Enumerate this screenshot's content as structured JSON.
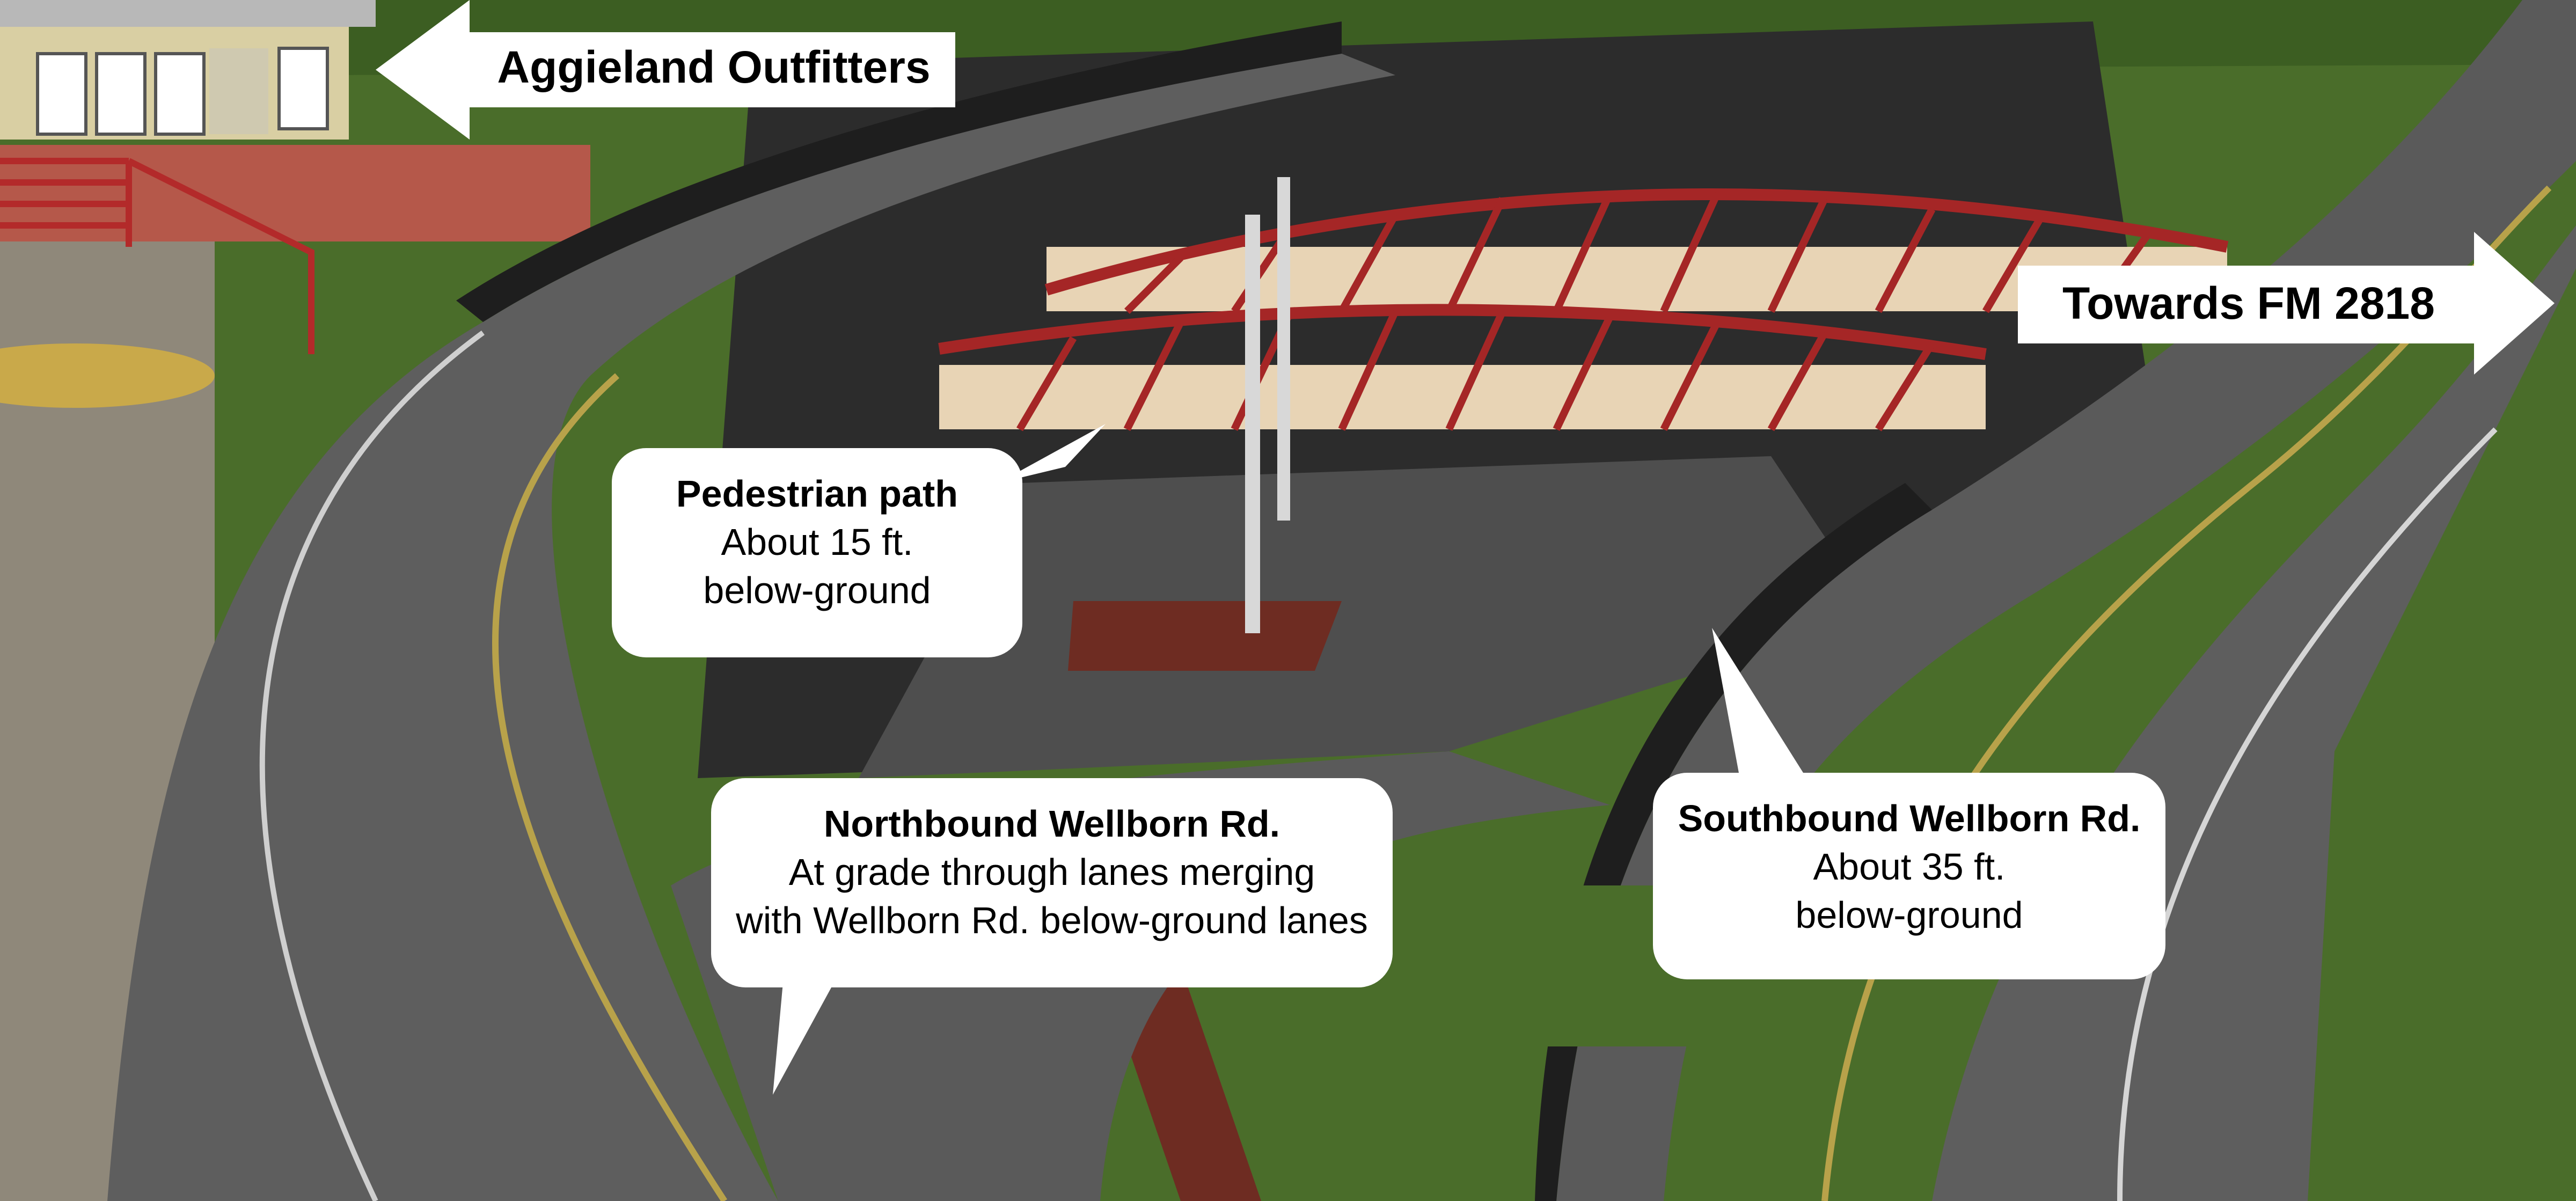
{
  "arrows": {
    "left_label": "Aggieland Outfitters",
    "right_label": "Towards FM 2818"
  },
  "callouts": {
    "pedestrian": {
      "title": "Pedestrian path",
      "lines": [
        "About 15 ft.",
        "below-ground"
      ]
    },
    "northbound": {
      "title": "Northbound Wellborn Rd.",
      "lines": [
        "At grade through lanes merging",
        "with Wellborn Rd. below-ground lanes"
      ]
    },
    "southbound": {
      "title": "Southbound Wellborn Rd.",
      "lines": [
        "About 35 ft.",
        "below-ground"
      ]
    }
  },
  "colors": {
    "grass": "#4a6d2a",
    "road": "#5b5b5b",
    "wall": "#1e1e1e",
    "truss": "#a52626",
    "brick": "#b5584a",
    "callout_bg": "#ffffff"
  }
}
